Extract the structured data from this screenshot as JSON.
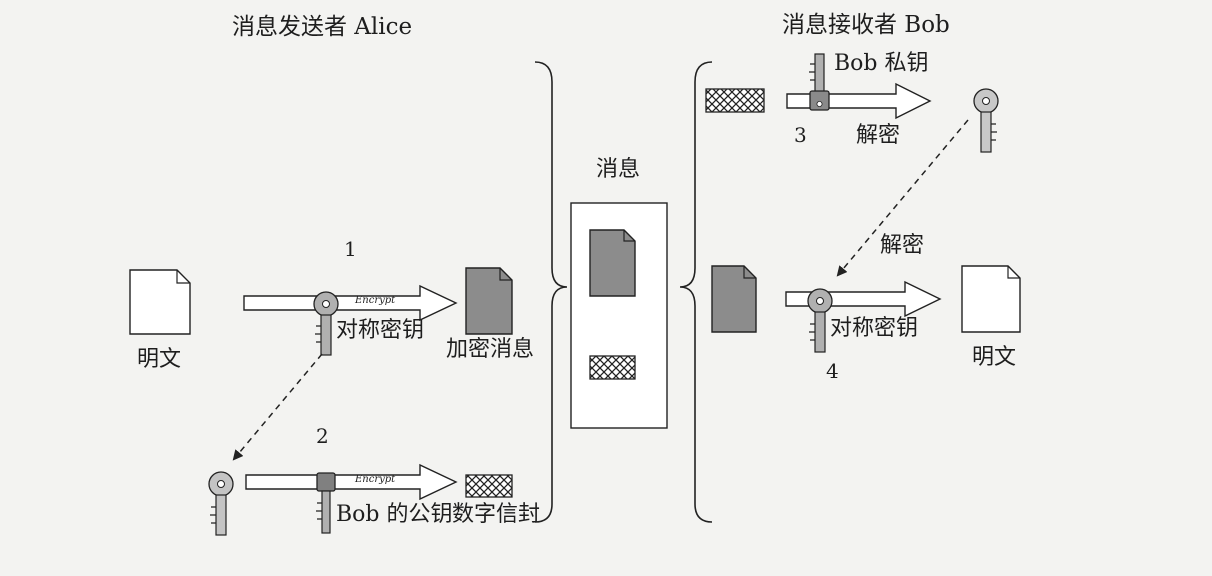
{
  "sender": {
    "heading": "消息发送者 Alice"
  },
  "receiver": {
    "heading": "消息接收者 Bob"
  },
  "message_box": {
    "label": "消息"
  },
  "steps": {
    "s1": {
      "number": "1",
      "encrypt_tag": "Encrypt",
      "key_label": "对称密钥",
      "plain_label": "明文",
      "output_label": "加密消息"
    },
    "s2": {
      "number": "2",
      "encrypt_tag": "Encrypt",
      "key_label": "Bob 的公钥",
      "output_label": "数字信封"
    },
    "s3": {
      "number": "3",
      "key_label": "Bob 私钥",
      "action_label": "解密"
    },
    "s4": {
      "number": "4",
      "action_label": "解密",
      "key_label": "对称密钥",
      "output_label": "明文"
    }
  },
  "colors": {
    "ink": "#1e1e1e",
    "doc_gray": "#8c8c8c",
    "key_gray": "#9a9a9a",
    "paper": "#ffffff"
  }
}
